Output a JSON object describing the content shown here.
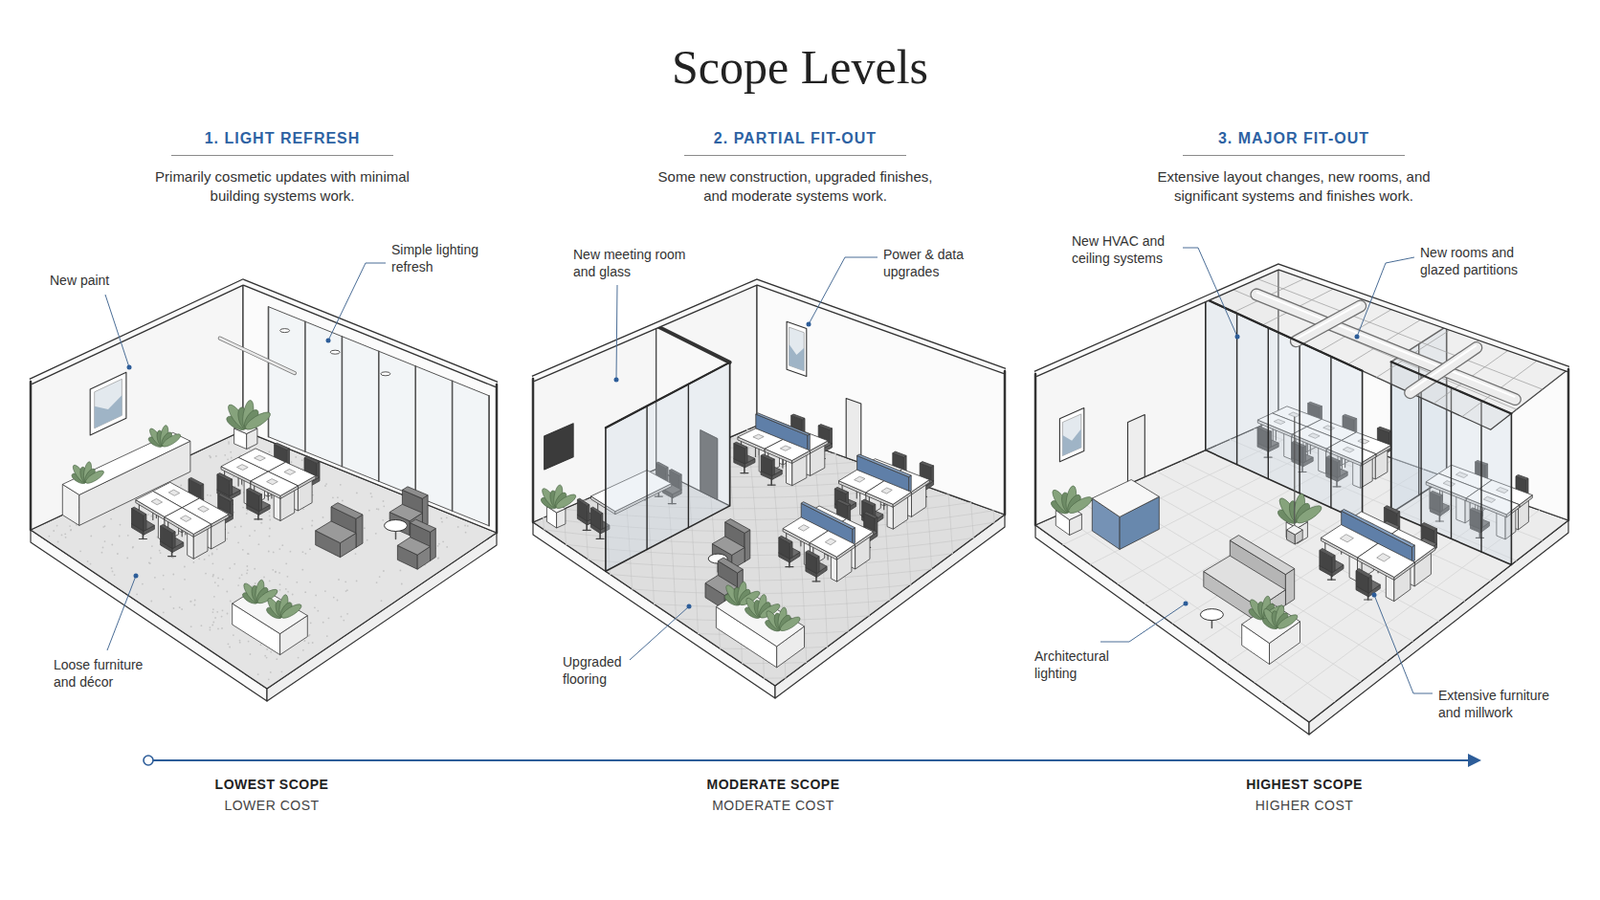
{
  "diagram": {
    "title": "Scope Levels",
    "nodes": [
      {
        "text": [
          "1. LIGHT REFRESH",
          "Primarily cosmetic updates with minimal building systems work."
        ]
      },
      {
        "text": [
          "2. PARTIAL FIT-OUT",
          "Some new construction, upgraded finishes, and moderate systems work."
        ]
      },
      {
        "text": [
          "3. MAJOR FIT-OUT",
          "Extensive layout changes, new rooms, and significant systems and finishes work."
        ]
      }
    ],
    "labels": [
      "New paint",
      "Simple lighting refresh",
      "Loose furniture and décor",
      "New meeting room and glass",
      "Power & data upgrades",
      "Upgraded flooring",
      "New HVAC and ceiling systems",
      "New rooms and glazed partitions",
      "Architectural lighting",
      "Extensive furniture and millwork",
      "LOWEST SCOPE",
      "LOWER COST",
      "MODERATE SCOPE",
      "MODERATE COST",
      "HIGHEST SCOPE",
      "HIGHER COST"
    ]
  }
}
